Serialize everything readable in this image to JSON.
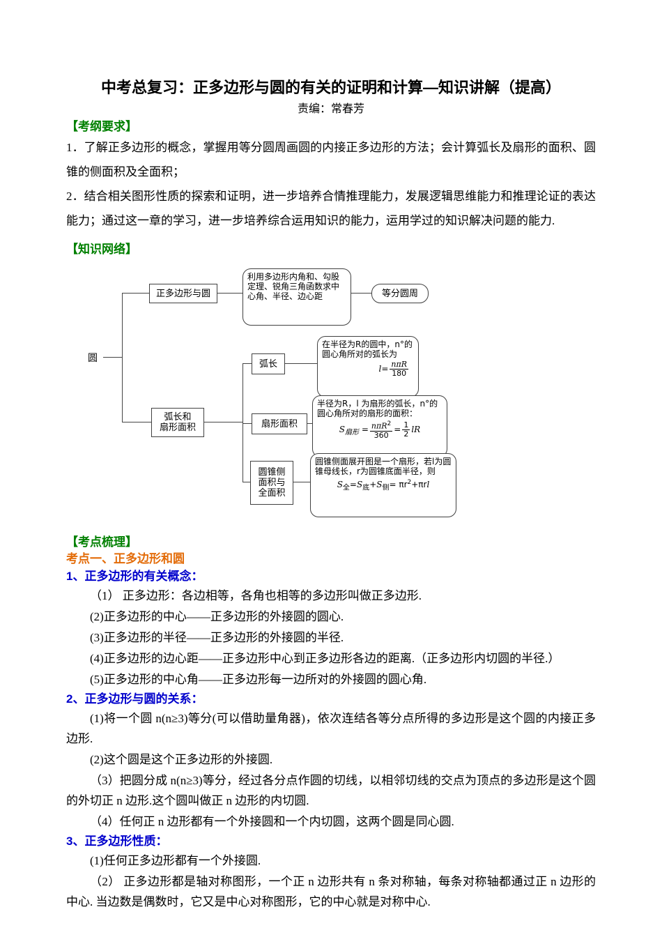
{
  "colors": {
    "heading_green": "#008000",
    "topic_orange": "#E36C09",
    "subhead_blue": "#0000CC"
  },
  "header": {
    "title": "中考总复习：正多边形与圆的有关的证明和计算—知识讲解（提高）",
    "editor": "责编：常春芳"
  },
  "outline": {
    "heading": "【考纲要求】",
    "paragraphs": [
      "1．了解正多边形的概念，掌握用等分圆周画圆的内接正多边形的方法；会计算弧长及扇形的面积、圆锥的侧面积及全面积；",
      "2．结合相关图形性质的探索和证明，进一步培养合情推理能力，发展逻辑思维能力和推理论证的表达能力；通过这一章的学习，进一步培养综合运用知识的能力，运用学过的知识解决问题的能力."
    ]
  },
  "network": {
    "heading": "【知识网络】",
    "root": "圆",
    "polygon_box": "正多边形与圆",
    "polygon_note": "利用多边形内角和、勾股定理、锐角三角函数求中心角、半径、边心距",
    "equal_division": "等分圆周",
    "arc_sector_box": {
      "line1": "弧长和",
      "line2": "扇形面积"
    },
    "arc_box": "弧长",
    "arc_note": {
      "text": "在半径为R的圆中，n°的圆心角所对的弧长为",
      "formula": {
        "lhs": "l",
        "eq": "=",
        "num": "nπR",
        "den": "180"
      }
    },
    "sector_box": "扇形面积",
    "sector_note": {
      "text": "半径为R，l 为扇形的弧长，n°的圆心角所对的扇形的面积：",
      "formula": {
        "s": "S",
        "sub": "扇形",
        "eq1": "=",
        "num": "nπR",
        "sup": "2",
        "den": "360",
        "eq2": "=",
        "num2": "1",
        "den2": "2",
        "tail": "lR"
      }
    },
    "cone_box": {
      "line1": "圆锥侧",
      "line2": "面积与",
      "line3": "全面积"
    },
    "cone_note": {
      "text": "圆锥侧面展开图是一个扇形，若l为圆锥母线长，r为圆锥底面半径，则",
      "formula": {
        "p1": "S",
        "s1": "全",
        "p2": "=S",
        "s2": "底",
        "p3": "+S",
        "s3": "侧",
        "p4": "= πr",
        "sup": "2",
        "p5": "+πr",
        "p6": "l"
      }
    }
  },
  "key_points": {
    "heading": "【考点梳理】",
    "topic": "考点一、正多边形和圆",
    "sub1": {
      "heading": "1、正多边形的有关概念：",
      "items": [
        "（1） 正多边形：各边相等，各角也相等的多边形叫做正多边形.",
        "(2)正多边形的中心——正多边形的外接圆的圆心.",
        "(3)正多边形的半径——正多边形的外接圆的半径.",
        "(4)正多边形的边心距——正多边形中心到正多边形各边的距离.（正多边形内切圆的半径.）",
        "(5)正多边形的中心角——正多边形每一边所对的外接圆的圆心角."
      ]
    },
    "sub2": {
      "heading": "2、正多边形与圆的关系：",
      "items": [
        "(1)将一个圆 n(n≥3)等分(可以借助量角器)，依次连结各等分点所得的多边形是这个圆的内接正多边形.",
        "(2)这个圆是这个正多边形的外接圆.",
        "（3）把圆分成 n(n≥3)等分，经过各分点作圆的切线，以相邻切线的交点为顶点的多边形是这个圆的外切正 n 边形.这个圆叫做正 n 边形的内切圆.",
        "（4）任何正 n 边形都有一个外接圆和一个内切圆，这两个圆是同心圆."
      ]
    },
    "sub3": {
      "heading": "3、正多边形性质：",
      "items": [
        "(1)任何正多边形都有一个外接圆.",
        "（2） 正多边形都是轴对称图形，一个正 n 边形共有 n 条对称轴，每条对称轴都通过正 n 边形的中心. 当边数是偶数时，它又是中心对称图形，它的中心就是对称中心."
      ]
    }
  }
}
